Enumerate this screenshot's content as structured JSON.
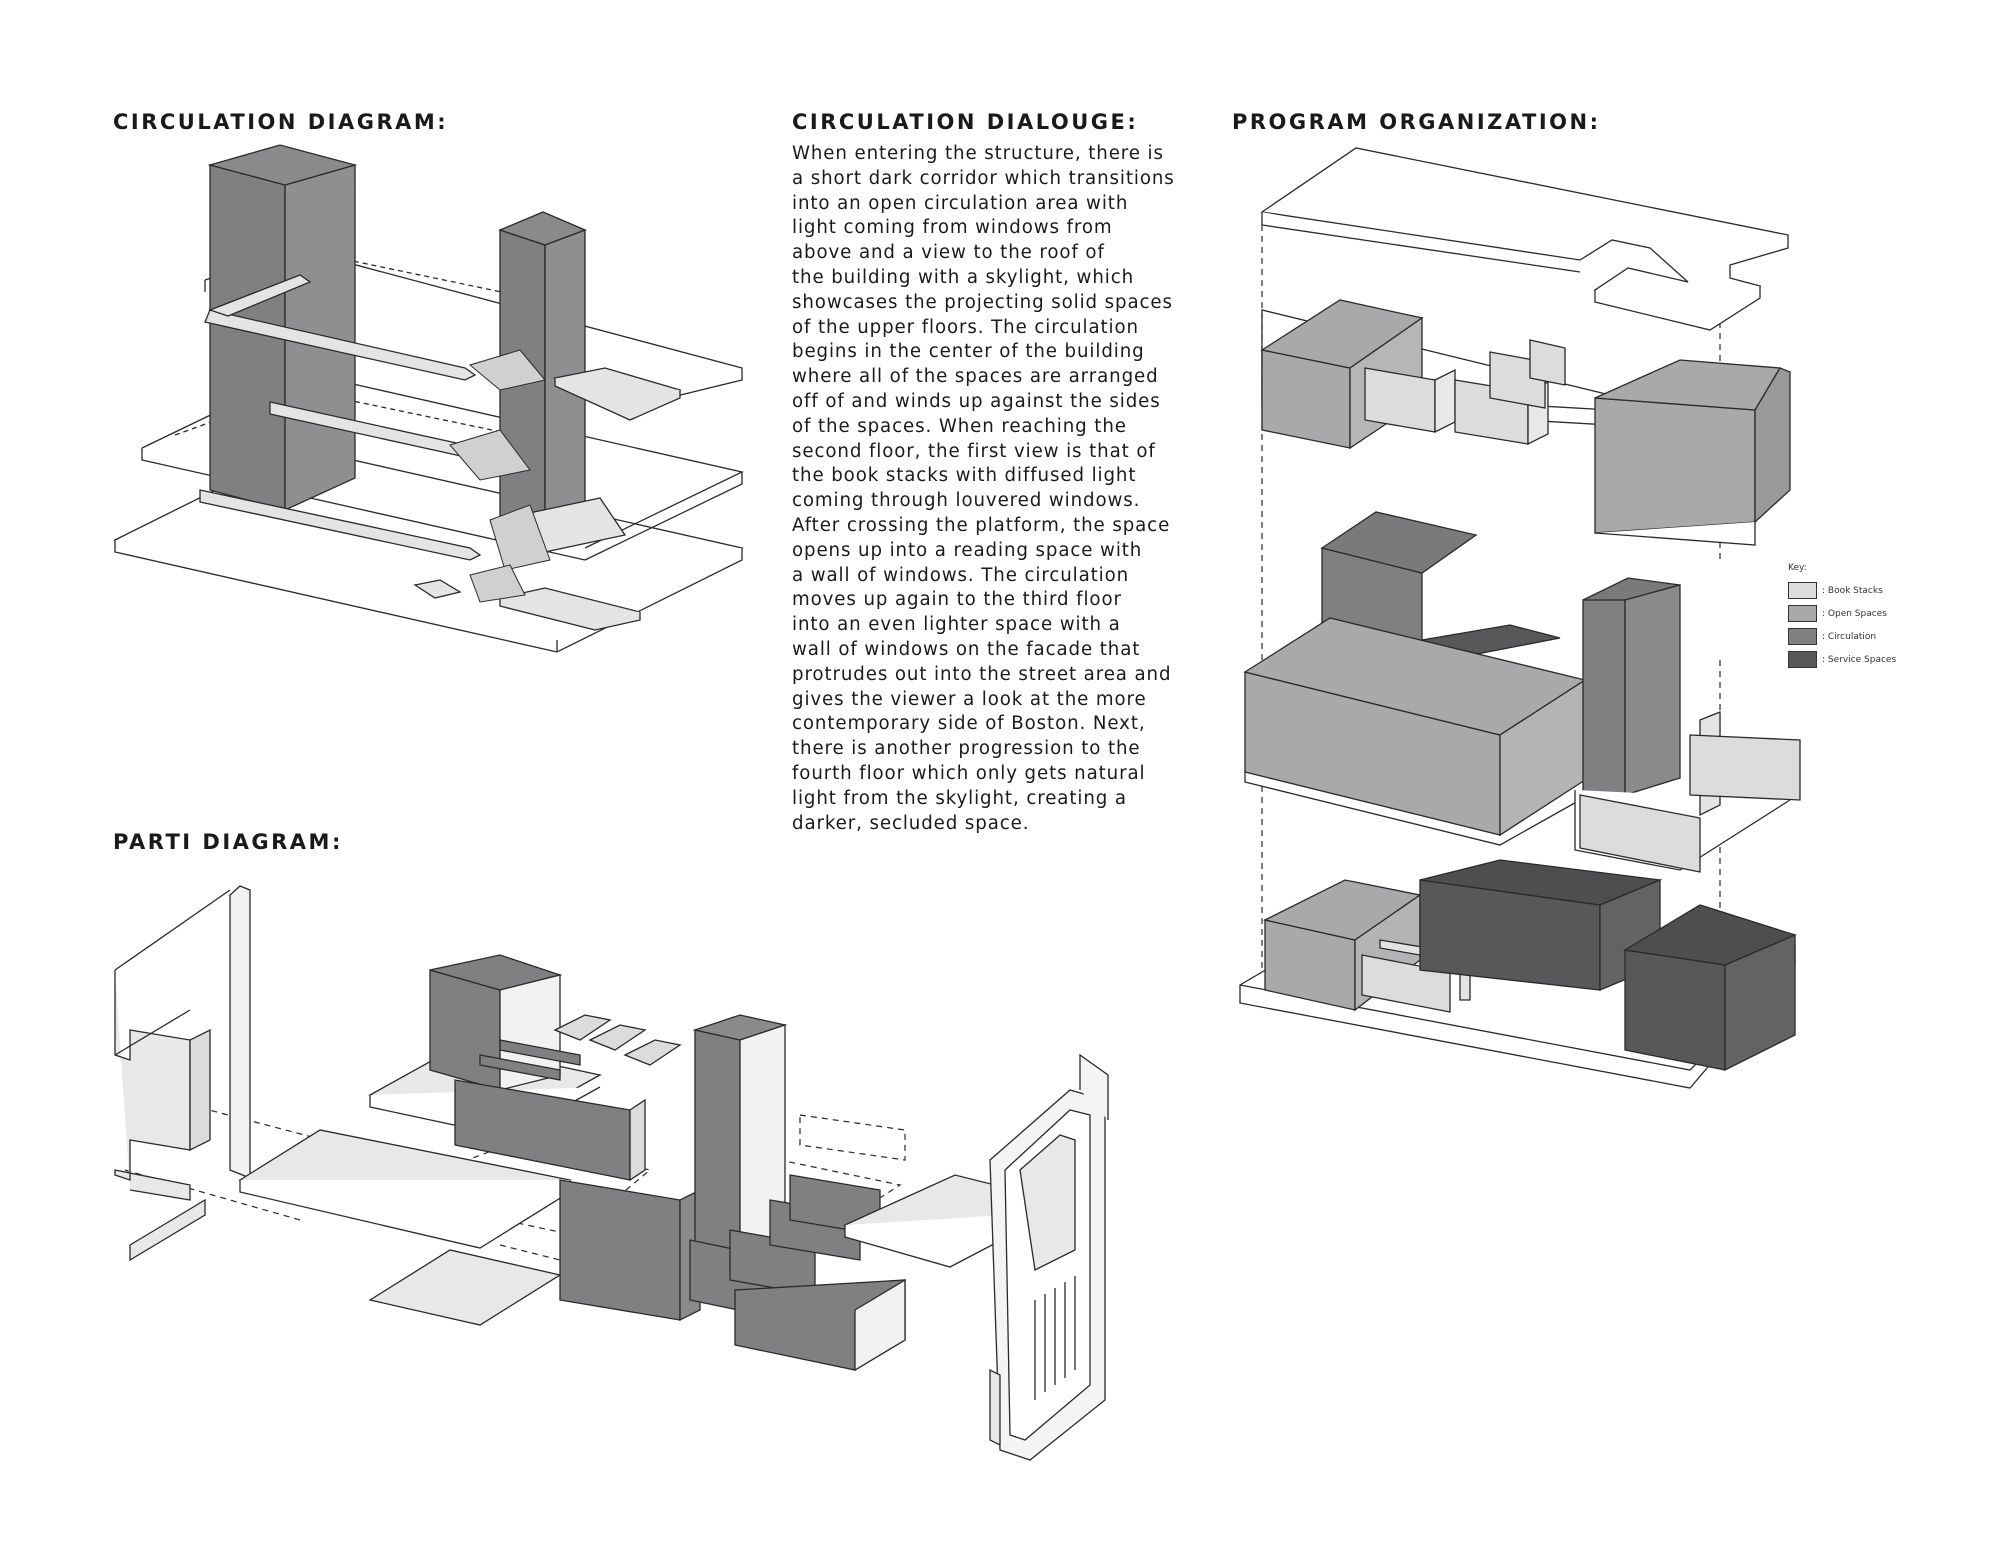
{
  "headings": {
    "circulation_diagram": "CIRCULATION DIAGRAM:",
    "circulation_dialogue": "CIRCULATION DIALOUGE:",
    "program_organization": "PROGRAM ORGANIZATION:",
    "parti_diagram": "PARTI DIAGRAM:"
  },
  "dialogue_lines": [
    "When entering the structure, there is",
    "a short dark corridor which transitions",
    "into an open circulation area with",
    "light coming from windows from",
    "above and a view to the roof of",
    "the building with a skylight, which",
    "showcases the projecting solid spaces",
    "of the upper floors. The circulation",
    "begins in the center of the building",
    "where all of the spaces are arranged",
    "off of and winds up against the sides",
    "of the spaces. When reaching the",
    "second floor, the first view is that of",
    "the book stacks with diffused light",
    "coming through louvered windows.",
    "After crossing the platform, the space",
    "opens up into a reading space with",
    "a wall of windows. The circulation",
    "moves up again to the third floor",
    "into an even lighter space with a",
    "wall of windows on the facade that",
    "protrudes out into the street area and",
    "gives the viewer a look at the more",
    "contemporary side of Boston. Next,",
    "there is another progression to the",
    "fourth floor which only gets natural",
    "light from the skylight, creating a",
    "darker, secluded space."
  ],
  "legend": {
    "title": "Key:",
    "items": [
      {
        "label": ": Book Stacks",
        "color": "#dcdcdc"
      },
      {
        "label": ": Open Spaces",
        "color": "#a9a9ab"
      },
      {
        "label": ": Circulation",
        "color": "#808083"
      },
      {
        "label": ": Service Spaces",
        "color": "#58585b"
      }
    ]
  },
  "colors": {
    "book_stacks": "#dcdcdc",
    "open_spaces": "#a9a9ab",
    "circulation": "#808083",
    "service_spaces": "#58585b",
    "outline": "#2a2a2a"
  }
}
